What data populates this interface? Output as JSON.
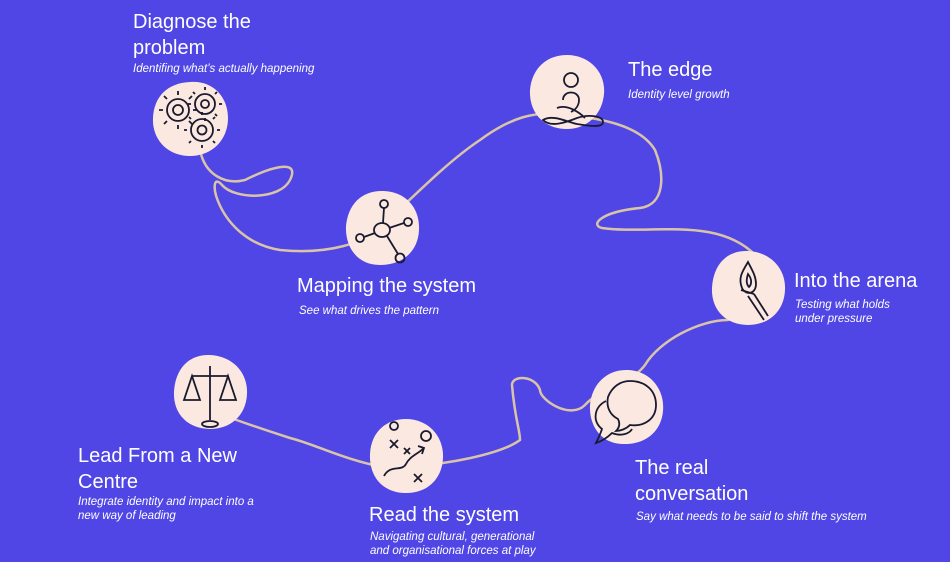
{
  "stages": [
    {
      "title_line1": "Diagnose the",
      "title_line2": "problem",
      "subtitle": "Identifing what’s actually happening",
      "icon": "gears-icon"
    },
    {
      "title": "Mapping the system",
      "subtitle": "See what drives the pattern",
      "icon": "network-icon"
    },
    {
      "title": "The edge",
      "subtitle": "Identity level growth",
      "icon": "meditation-icon"
    },
    {
      "title": "Into the arena",
      "subtitle_line1": "Testing what holds",
      "subtitle_line2": "under pressure",
      "icon": "torch-icon"
    },
    {
      "title_line1": "The real",
      "title_line2": "conversation",
      "subtitle": "Say what needs to be said to shift the system",
      "icon": "chat-bubbles-icon"
    },
    {
      "title": "Read the system",
      "subtitle_line1": "Navigating cultural, generational",
      "subtitle_line2": "and organisational forces at play",
      "icon": "strategy-play-icon"
    },
    {
      "title_line1": "Lead From a New",
      "title_line2": "Centre",
      "subtitle_line1": "Integrate identity and impact into a",
      "subtitle_line2": "new way of leading",
      "icon": "scales-icon"
    }
  ],
  "colors": {
    "background": "#4f46e5",
    "path": "#d9c4a8",
    "node_fill": "#fbe9e1",
    "ink": "#1a1a2e",
    "text": "#ffffff"
  }
}
